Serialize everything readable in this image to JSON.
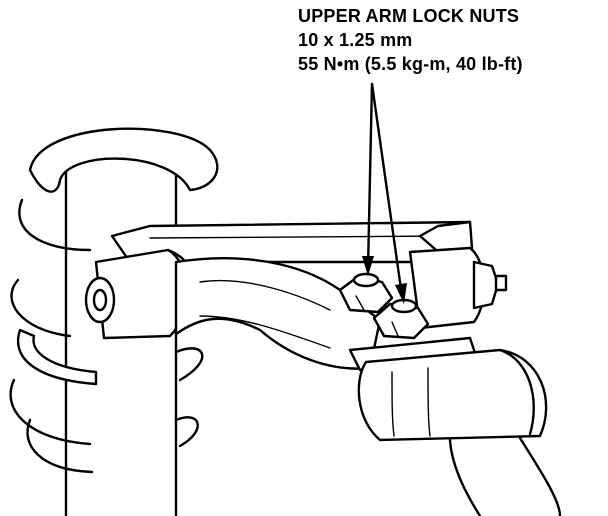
{
  "callout": {
    "line1": "UPPER ARM LOCK NUTS",
    "line2": "10 x 1.25 mm",
    "line3": "55 N•m (5.5 kg-m, 40 lb-ft)"
  },
  "colors": {
    "ink": "#000000",
    "paper": "#ffffff"
  }
}
